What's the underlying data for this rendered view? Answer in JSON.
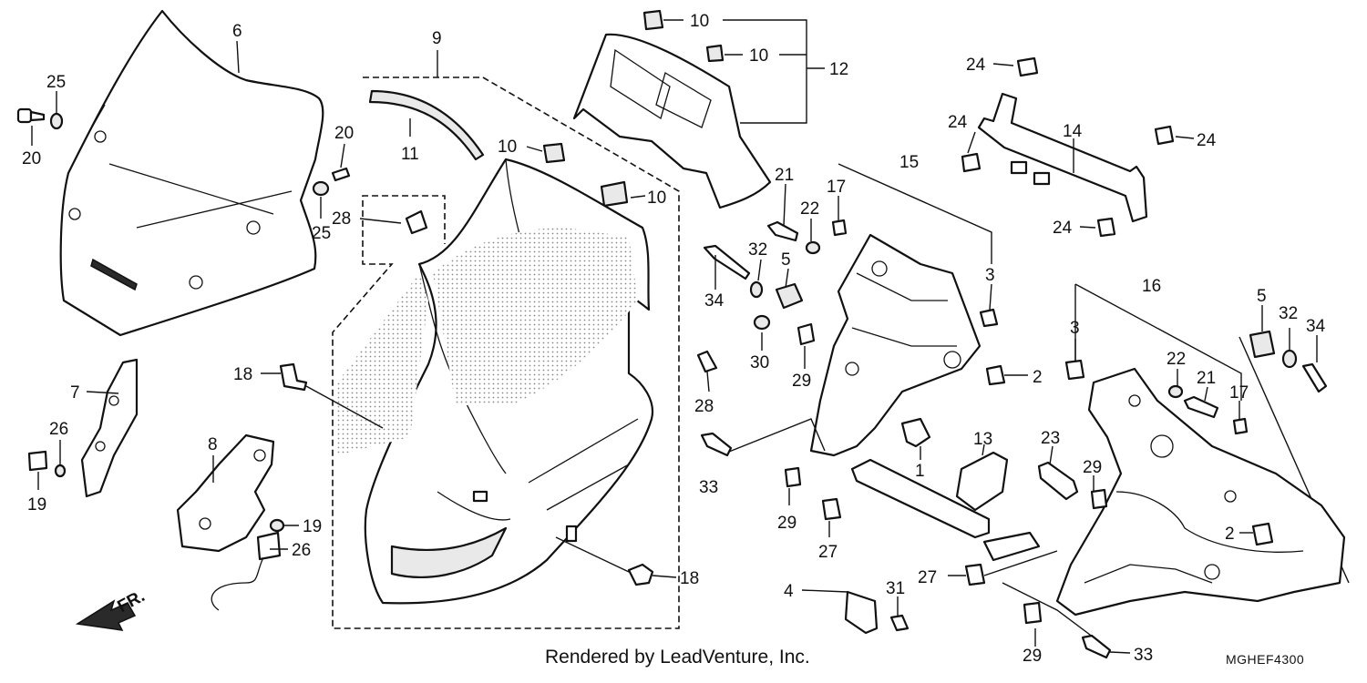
{
  "diagram": {
    "credit": "Rendered by LeadVenture, Inc.",
    "code": "MGHEF4300",
    "direction_label": "FR.",
    "callouts": [
      {
        "id": "c6",
        "label": "6"
      },
      {
        "id": "c25a",
        "label": "25"
      },
      {
        "id": "c20a",
        "label": "20"
      },
      {
        "id": "c20b",
        "label": "20"
      },
      {
        "id": "c25b",
        "label": "25"
      },
      {
        "id": "c9",
        "label": "9"
      },
      {
        "id": "c11",
        "label": "11"
      },
      {
        "id": "c28a",
        "label": "28"
      },
      {
        "id": "c10a",
        "label": "10"
      },
      {
        "id": "c10b",
        "label": "10"
      },
      {
        "id": "c10c",
        "label": "10"
      },
      {
        "id": "c10d",
        "label": "10"
      },
      {
        "id": "c12",
        "label": "12"
      },
      {
        "id": "c24a",
        "label": "24"
      },
      {
        "id": "c24b",
        "label": "24"
      },
      {
        "id": "c24c",
        "label": "24"
      },
      {
        "id": "c24d",
        "label": "24"
      },
      {
        "id": "c14",
        "label": "14"
      },
      {
        "id": "c15",
        "label": "15"
      },
      {
        "id": "c21a",
        "label": "21"
      },
      {
        "id": "c17a",
        "label": "17"
      },
      {
        "id": "c22a",
        "label": "22"
      },
      {
        "id": "c32a",
        "label": "32"
      },
      {
        "id": "c5a",
        "label": "5"
      },
      {
        "id": "c34a",
        "label": "34"
      },
      {
        "id": "c3a",
        "label": "3"
      },
      {
        "id": "c30",
        "label": "30"
      },
      {
        "id": "c29a",
        "label": "29"
      },
      {
        "id": "c28b",
        "label": "28"
      },
      {
        "id": "c2a",
        "label": "2"
      },
      {
        "id": "c16",
        "label": "16"
      },
      {
        "id": "c3b",
        "label": "3"
      },
      {
        "id": "c5b",
        "label": "5"
      },
      {
        "id": "c32b",
        "label": "32"
      },
      {
        "id": "c34b",
        "label": "34"
      },
      {
        "id": "c22b",
        "label": "22"
      },
      {
        "id": "c21b",
        "label": "21"
      },
      {
        "id": "c17b",
        "label": "17"
      },
      {
        "id": "c7",
        "label": "7"
      },
      {
        "id": "c26a",
        "label": "26"
      },
      {
        "id": "c19a",
        "label": "19"
      },
      {
        "id": "c8",
        "label": "8"
      },
      {
        "id": "c19b",
        "label": "19"
      },
      {
        "id": "c26b",
        "label": "26"
      },
      {
        "id": "c18a",
        "label": "18"
      },
      {
        "id": "c18b",
        "label": "18"
      },
      {
        "id": "c33a",
        "label": "33"
      },
      {
        "id": "c1",
        "label": "1"
      },
      {
        "id": "c13",
        "label": "13"
      },
      {
        "id": "c23",
        "label": "23"
      },
      {
        "id": "c29b",
        "label": "29"
      },
      {
        "id": "c29c",
        "label": "29"
      },
      {
        "id": "c27a",
        "label": "27"
      },
      {
        "id": "c4",
        "label": "4"
      },
      {
        "id": "c27b",
        "label": "27"
      },
      {
        "id": "c31",
        "label": "31"
      },
      {
        "id": "c2b",
        "label": "2"
      },
      {
        "id": "c29d",
        "label": "29"
      },
      {
        "id": "c33b",
        "label": "33"
      }
    ]
  }
}
